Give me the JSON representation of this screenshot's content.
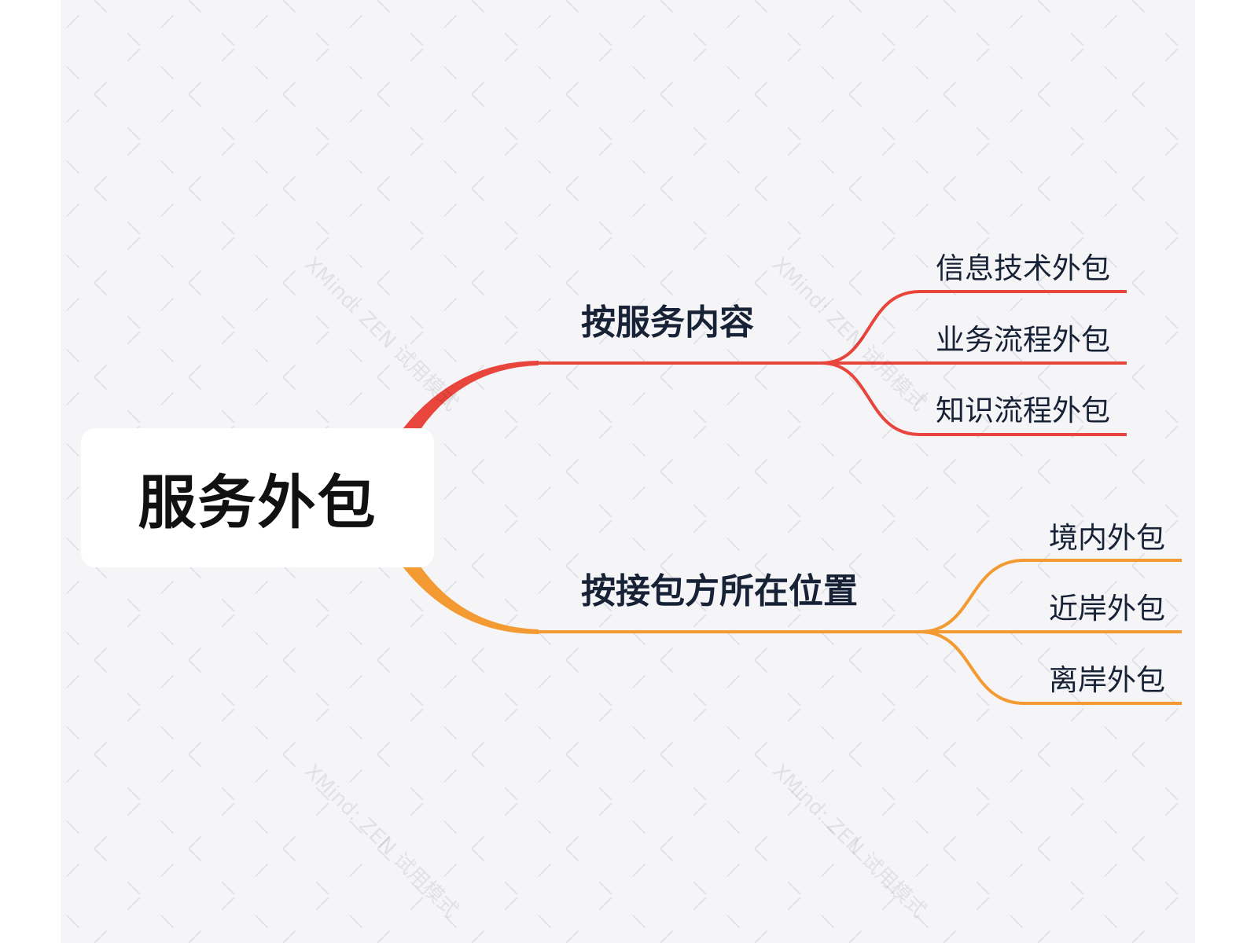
{
  "root": {
    "label": "服务外包"
  },
  "branches": [
    {
      "label": "按服务内容",
      "color": "#E8453C",
      "children": [
        "信息技术外包",
        "业务流程外包",
        "知识流程外包"
      ]
    },
    {
      "label": "按接包方所在位置",
      "color": "#F39A32",
      "children": [
        "境内外包",
        "近岸外包",
        "离岸外包"
      ]
    }
  ],
  "watermark": "XMind: ZEN 试用模式"
}
